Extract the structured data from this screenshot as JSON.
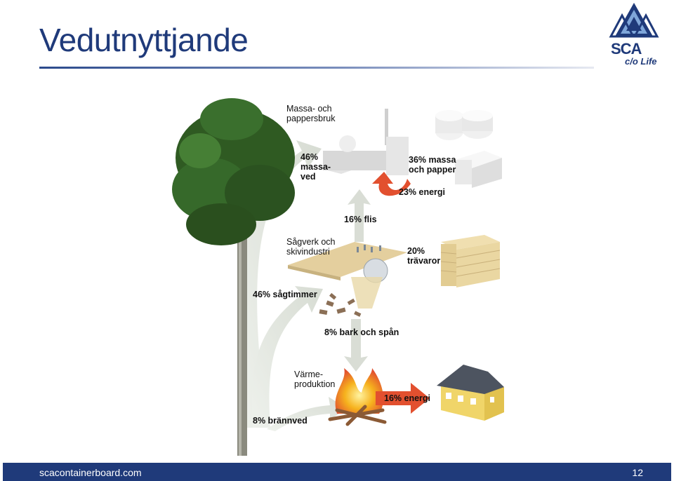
{
  "slide": {
    "title": "Vedutnyttjande",
    "logo": {
      "brand": "SCA",
      "tagline": "c/o Life"
    },
    "footer": {
      "url": "scacontainerboard.com",
      "page_number": "12"
    }
  },
  "diagram": {
    "mill_label": "Massa- och\npappersbruk",
    "pulpwood": "46%\nmassa-\nved",
    "pulp_paper": "36% massa\noch papper",
    "mill_energy": "23% energi",
    "chips": "16% flis",
    "sawmill_label": "Sågverk och\nskivindustri",
    "wood_products": "20%\nträvaror",
    "sawlogs": "46% sågtimmer",
    "bark": "8% bark och spån",
    "heat_label": "Värme-\nproduktion",
    "heat_energy": "16% energi",
    "firewood": "8% brännved"
  },
  "colors": {
    "title": "#1f3a7a",
    "footer": "#1f3a7a",
    "energy_arrow": "#e2502f",
    "flow_arrow": "#dfe3dc"
  }
}
